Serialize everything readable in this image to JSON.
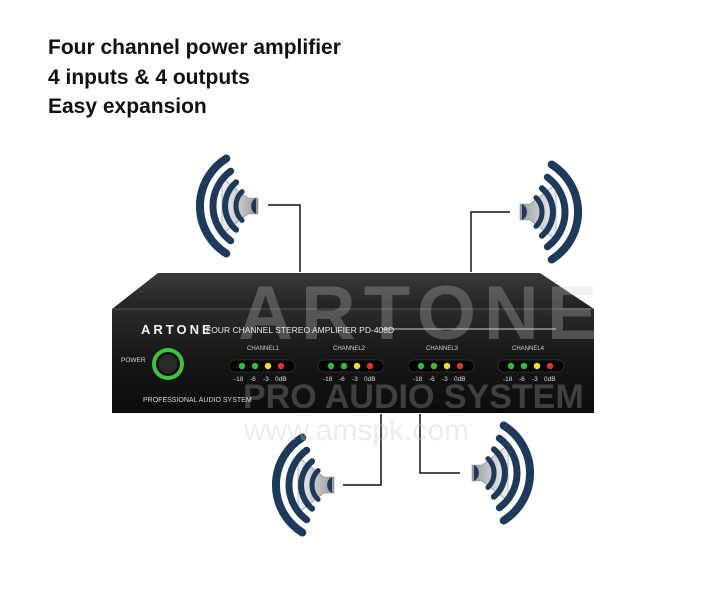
{
  "headline": {
    "line1": "Four channel power amplifier",
    "line2": "4 inputs & 4 outputs",
    "line3": "Easy expansion"
  },
  "amplifier": {
    "brand": "ARTONE",
    "description": "FOUR CHANNEL STEREO AMPLIFIER  PD-408D",
    "power_label": "POWER",
    "footer_label": "PROFESSIONAL AUDIO SYSTEM",
    "channels": [
      {
        "label": "CHANNEL1",
        "meters": [
          "-18",
          "-6",
          "-3",
          "0dB"
        ]
      },
      {
        "label": "CHANNEL2",
        "meters": [
          "-18",
          "-6",
          "-3",
          "0dB"
        ]
      },
      {
        "label": "CHANNEL3",
        "meters": [
          "-18",
          "-6",
          "-3",
          "0dB"
        ]
      },
      {
        "label": "CHANNEL4",
        "meters": [
          "-18",
          "-6",
          "-3",
          "0dB"
        ]
      }
    ],
    "led_colors": [
      "#2fbf3a",
      "#2fbf3a",
      "#f4e11b",
      "#e8332a"
    ],
    "power_ring_color": "#3ec43c"
  },
  "watermark": {
    "line1": "ARTONE",
    "line2": "PRO AUDIO SYSTEM",
    "line3": "www.amspk.com"
  },
  "colors": {
    "wave": "#1d3a5c",
    "chassis_top": "#2b2b2b",
    "chassis_front": "#141414"
  },
  "speakers": [
    {
      "name": "speaker-top-left",
      "direction": "left"
    },
    {
      "name": "speaker-top-right",
      "direction": "right"
    },
    {
      "name": "speaker-bottom-left",
      "direction": "left"
    },
    {
      "name": "speaker-bottom-right",
      "direction": "right"
    }
  ]
}
